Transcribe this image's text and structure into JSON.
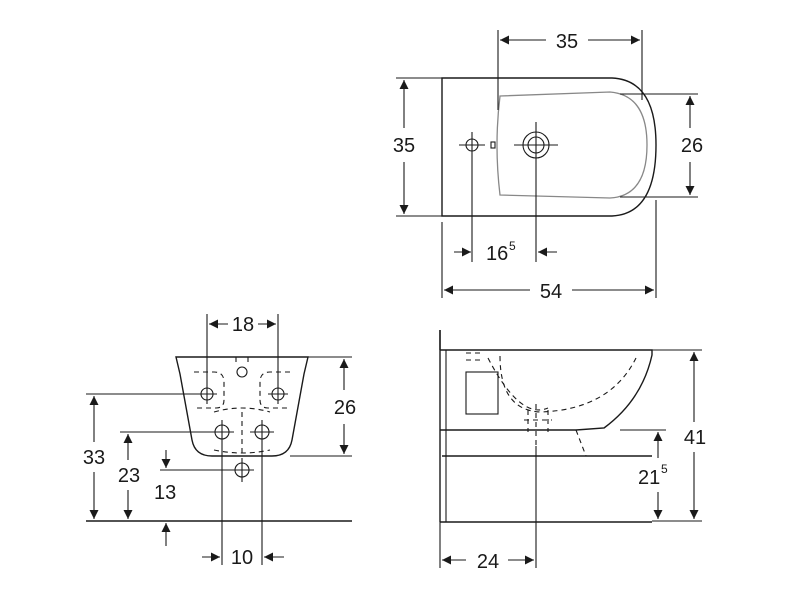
{
  "dimensions": {
    "top_width_bowl": "35",
    "top_depth": "35",
    "top_bowl_depth": "26",
    "top_tap_offset": "16",
    "top_tap_offset_sup": "5",
    "top_length": "54",
    "front_fixing_spacing": "18",
    "front_height": "26",
    "front_overall_height": "33",
    "front_supply_height": "23",
    "front_waste_height": "13",
    "front_waste_spacing": "10",
    "side_total_height": "41",
    "side_outlet_height": "21",
    "side_outlet_height_sup": "5",
    "side_outlet_distance": "24"
  },
  "colors": {
    "line": "#1a1a1a",
    "outline_gray": "#888888",
    "background": "#ffffff"
  }
}
